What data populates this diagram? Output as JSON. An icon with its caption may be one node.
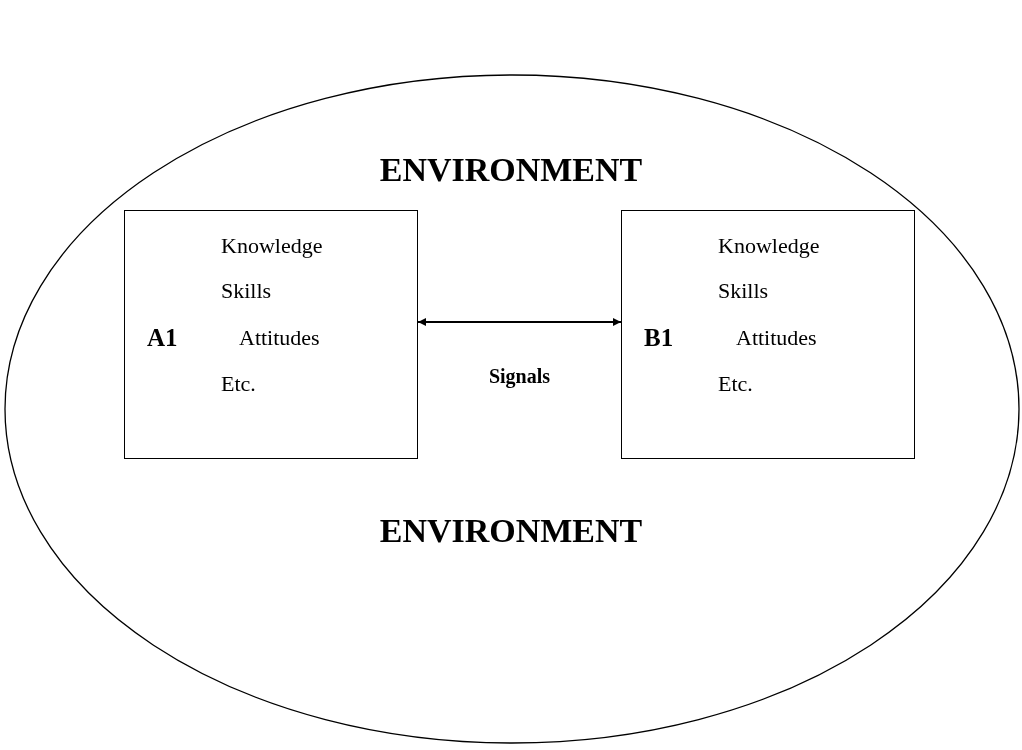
{
  "diagram": {
    "nodes": [
      {
        "text": [
          "ENVIRONMENT",
          "ENVIRONMENT"
        ]
      },
      {
        "text": [
          "A1",
          "Knowledge",
          "Skills",
          "Attitudes",
          "Etc."
        ],
        "in": 0
      },
      {
        "text": [
          "B1",
          "Knowledge",
          "Skills",
          "Attitudes",
          "Etc."
        ],
        "in": 0
      }
    ],
    "edges": [
      {
        "from": 1,
        "to": 2,
        "arrow": "both",
        "label": "Signals"
      }
    ]
  }
}
